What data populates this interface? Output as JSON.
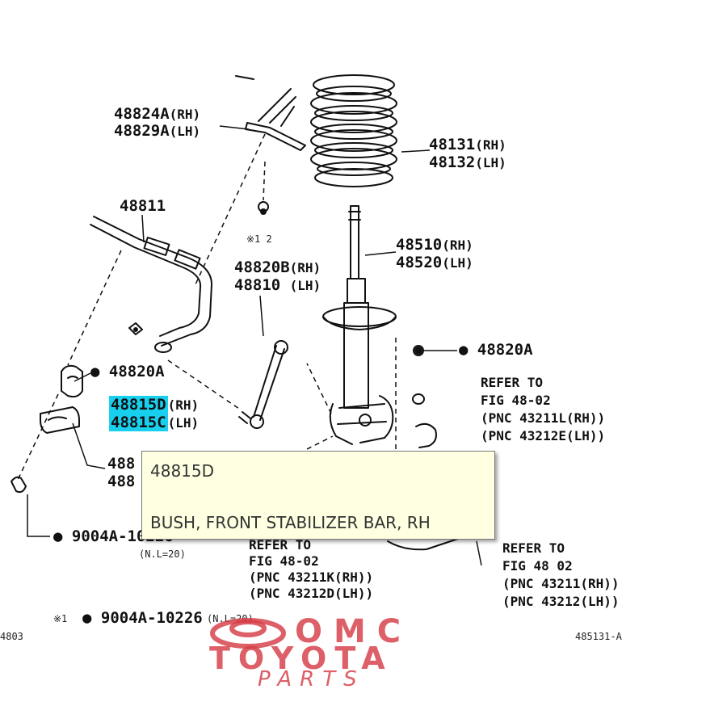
{
  "labels": {
    "p48824a": "48824A",
    "p48829a": "48829A",
    "rh": "(RH)",
    "lh": "(LH)",
    "p48131": "48131",
    "p48132": "48132",
    "p48811": "48811",
    "x1_2": "※1 2",
    "p48510": "48510",
    "p48520": "48520",
    "p48820b": "48820B",
    "p48810": "48810",
    "p48820a_left": "● 48820A",
    "p48820a_right": "● 48820A",
    "p48815d": "48815D",
    "p48815c": "48815C",
    "p488_a": "488",
    "p488_b": "488",
    "bolt1": "● 9004A-10226",
    "bolt1_note": "(N.L=20)",
    "bolt2_prefix": "※1",
    "bolt2": "● 9004A-10226",
    "bolt2_note": "(N.L=20)",
    "fig_left": "4803",
    "fig_right": "485131-A"
  },
  "refers": {
    "r1": {
      "line1": "REFER TO",
      "line2": "FIG 48-02",
      "line3": "(PNC 43211L(RH))",
      "line4": "(PNC 43212E(LH))"
    },
    "r2": {
      "line1": "REFER TO",
      "line2": "FIG 48-02",
      "line3": "(PNC 43211K(RH))",
      "line4": "(PNC 43212D(LH))"
    },
    "r3": {
      "line1": "REFER TO",
      "line2": "FIG 48 02",
      "line3": "(PNC 43211(RH))",
      "line4": "(PNC 43212(LH))"
    }
  },
  "tooltip": {
    "part_number": "48815D",
    "description": "BUSH, FRONT STABILIZER BAR, RH"
  },
  "watermark": {
    "brand": "OMC",
    "line2": "TOYOTA",
    "line3": "PARTS"
  },
  "colors": {
    "highlight": "#18d0ee",
    "tooltip_bg": "#ffffe1",
    "watermark": "#d63c46"
  }
}
